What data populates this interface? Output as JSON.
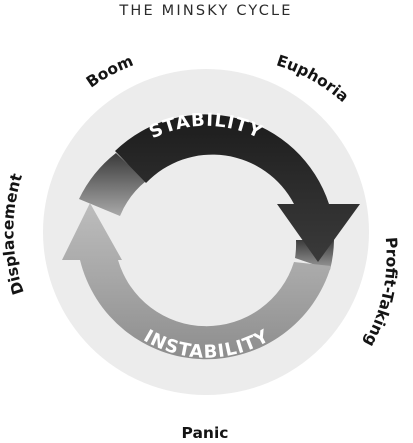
{
  "title": "THE MINSKY CYCLE",
  "stages": {
    "boom": "Boom",
    "euphoria": "Euphoria",
    "profit_taking": "Profit-Taking",
    "panic": "Panic",
    "displacement": "Displacement"
  },
  "arrows": {
    "top": "STABILITY",
    "bottom": "INSTABILITY"
  },
  "colors": {
    "background": "#ffffff",
    "ring": "#ececec",
    "stability": "#2a2a2a",
    "instability": "#9e9e9e",
    "text": "#141414"
  }
}
